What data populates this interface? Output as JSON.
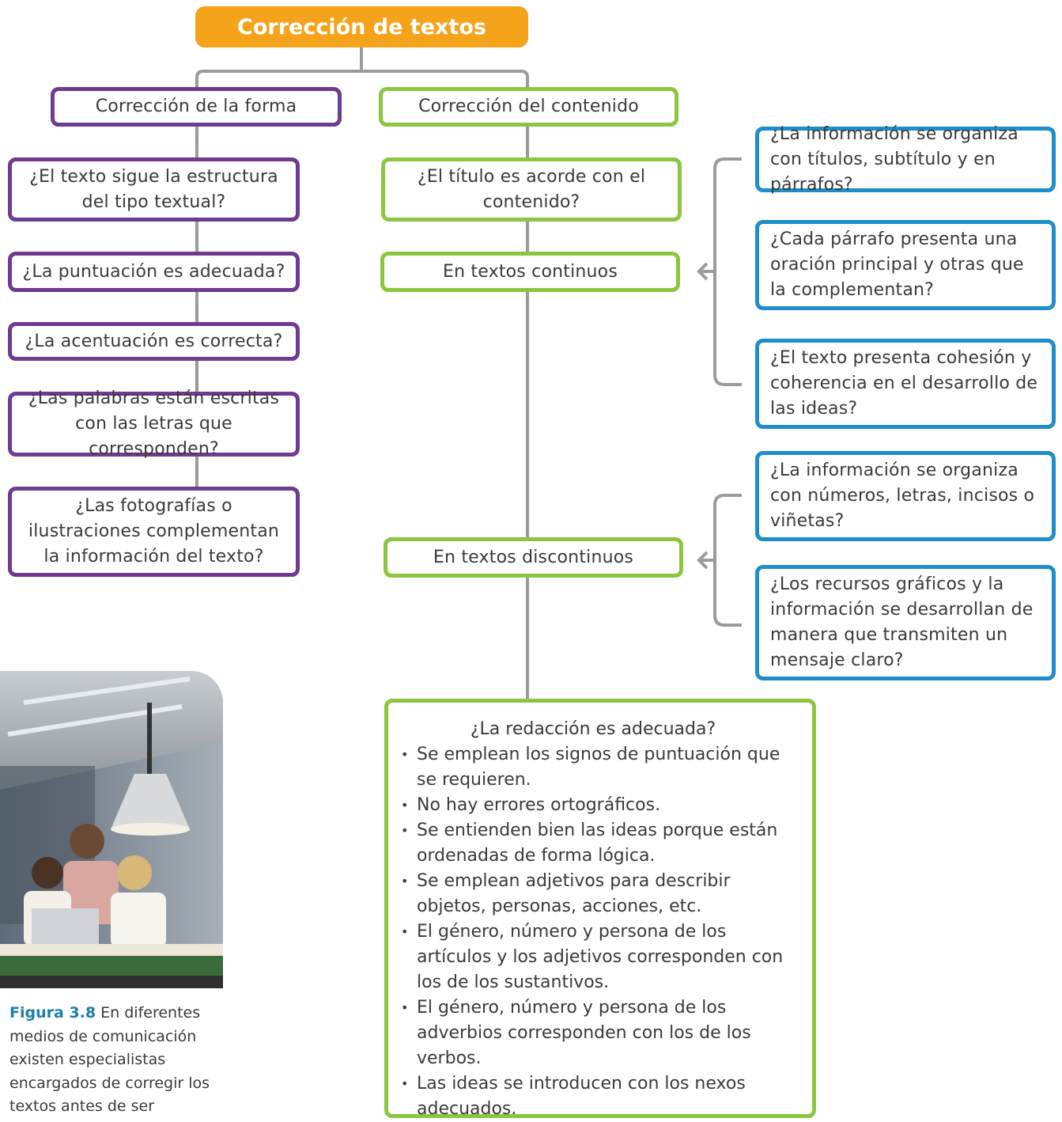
{
  "title": "Corrección de textos",
  "form": {
    "header": "Corrección de la forma",
    "questions": [
      "¿El texto sigue la estructura del tipo textual?",
      "¿La puntuación es adecuada?",
      "¿La acentuación es correcta?",
      "¿Las palabras están escritas con las letras que corresponden?",
      "¿Las fotografías o ilustraciones complementan la información del texto?"
    ]
  },
  "content": {
    "header": "Corrección del contenido",
    "title_question": "¿El título es acorde con el contenido?",
    "continuous": "En textos continuos",
    "discontinuous": "En textos discontinuos",
    "continuous_questions": [
      "¿La información se organiza con títulos, subtítulo y en párrafos?",
      "¿Cada párrafo presenta una oración principal y otras que la complementan?",
      "¿El texto presenta cohesión y coherencia en el desarrollo de las ideas?"
    ],
    "discontinuous_questions": [
      "¿La información se organiza con números, letras, incisos o viñetas?",
      "¿Los recursos gráficos y la información se desarrollan de manera que transmiten un mensaje claro?"
    ],
    "writing": {
      "question": "¿La redacción es adecuada?",
      "items": [
        "Se emplean los signos de puntuación que se requieren.",
        "No hay errores ortográficos.",
        "Se entienden bien las ideas porque están ordenadas de forma lógica.",
        "Se emplean adjetivos para describir objetos, personas, acciones, etc.",
        "El género, número y persona de los artículos y los adjetivos corresponden con los de los sustantivos.",
        "El género, número y persona de los adverbios corresponden con los de los verbos.",
        "Las ideas se introducen con los nexos adecuados."
      ]
    }
  },
  "figure": {
    "label": "Figura 3.8",
    "caption": "En diferentes medios de comunicación existen especialistas encargados de corregir los textos antes de ser"
  },
  "colors": {
    "title": "#f5a31a",
    "form": "#6f3a91",
    "content": "#8cc63f",
    "questions": "#1d8ec9",
    "connector": "#9b9b9b"
  }
}
